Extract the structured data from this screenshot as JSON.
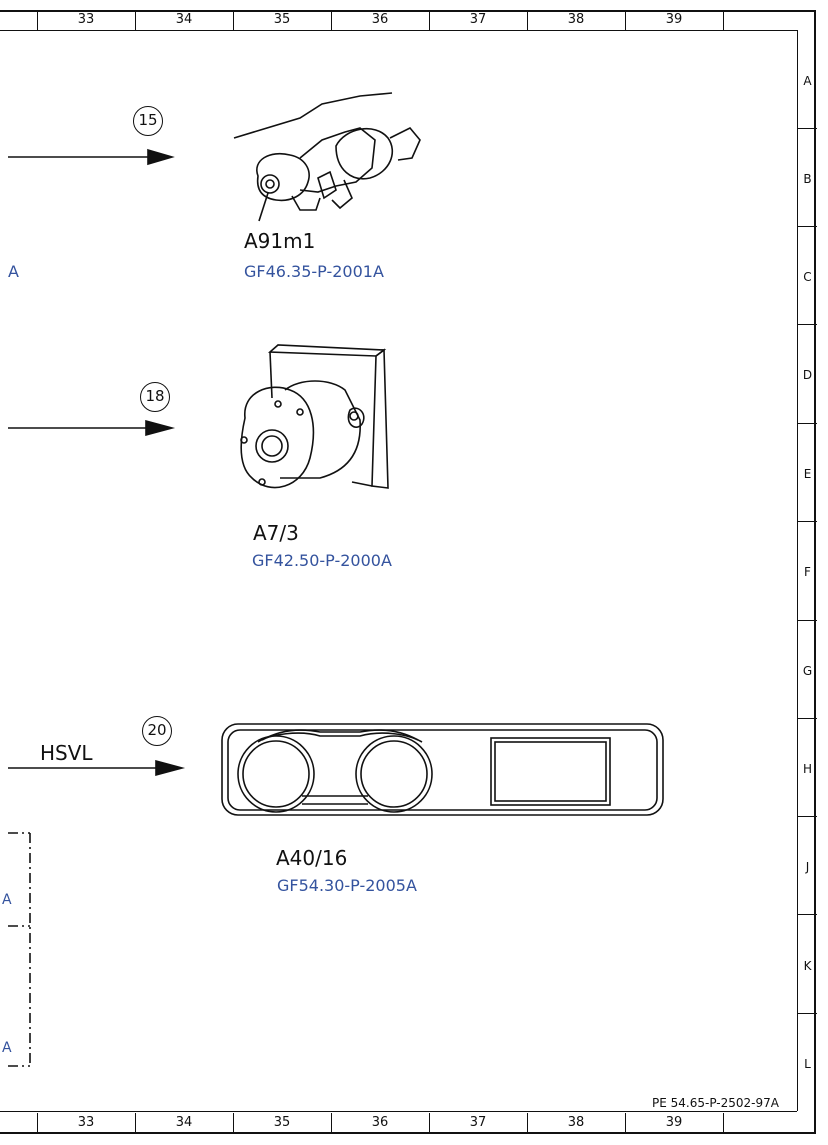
{
  "columns": [
    "33",
    "34",
    "35",
    "36",
    "37",
    "38",
    "39"
  ],
  "rows": [
    "A",
    "B",
    "C",
    "D",
    "E",
    "F",
    "G",
    "H",
    "J",
    "K",
    "L"
  ],
  "left_edge_fragments": {
    "c_row_code": "A",
    "j_block_code_1": "A",
    "j_block_code_2": "A"
  },
  "components": [
    {
      "ref": "15",
      "label": "A91m1",
      "code": "GF46.35-P-2001A"
    },
    {
      "ref": "18",
      "label": "A7/3",
      "code": "GF42.50-P-2000A"
    },
    {
      "ref": "20",
      "label": "A40/16",
      "code": "GF54.30-P-2005A",
      "signal": "HSVL"
    }
  ],
  "drawing_id": "PE 54.65-P-2502-97A",
  "colors": {
    "line": "#111111",
    "code_link": "#34539e"
  }
}
